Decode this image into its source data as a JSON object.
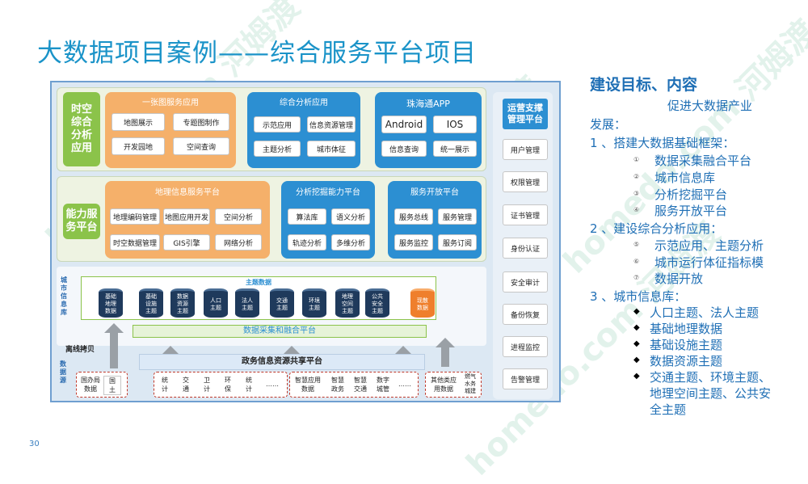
{
  "title": "大数据项目案例——综合服务平台项目",
  "page_number": "30",
  "diagram": {
    "layer1": {
      "label": "时空\n综合\n分析\n应用",
      "map_app": {
        "title": "一张图服务应用",
        "items": [
          "地图展示",
          "专题图制作",
          "开发园地",
          "空间查询"
        ]
      },
      "analysis_app": {
        "title": "综合分析应用",
        "items": [
          "示范应用",
          "信息资源管理",
          "主题分析",
          "城市体征"
        ]
      },
      "zhuhai_app": {
        "title": "珠海通APP",
        "items": [
          "Android",
          "IOS",
          "信息查询",
          "统一展示"
        ]
      }
    },
    "layer2": {
      "label": "能力服\n务平台",
      "geo_service": {
        "title": "地理信息服务平台",
        "items": [
          "地理编码管理",
          "地图应用开发",
          "空间分析",
          "时空数据管理",
          "GIS引擎",
          "网络分析"
        ]
      },
      "mining": {
        "title": "分析挖掘能力平台",
        "items": [
          "算法库",
          "语义分析",
          "轨迹分析",
          "多维分析"
        ]
      },
      "open_service": {
        "title": "服务开放平台",
        "items": [
          "服务总线",
          "服务管理",
          "服务监控",
          "服务订阅"
        ]
      }
    },
    "layer3": {
      "label": "城\n市\n信\n息\n库",
      "theme_title": "主题数据",
      "themes": [
        "基础\n地理\n数据",
        "基础\n设施\n主题",
        "数据\n资源\n主题",
        "人口\n主题",
        "法人\n主题",
        "交通\n主题",
        "环境\n主题",
        "地理\n空间\n主题",
        "公共\n安全\n主题"
      ],
      "scatter_data": "现散\n数据",
      "fusion_platform": "数据采集和融合平台"
    },
    "layer4": {
      "offline_copy": "离线拷贝",
      "source_label": "数\n据\n源",
      "share_platform": "政务信息资源共享平台",
      "group1": {
        "head": "国办局\n数据",
        "item": "国\n土"
      },
      "group2": {
        "items": [
          "统\n计",
          "交\n通",
          "卫\n计",
          "环\n保",
          "统\n计",
          "……"
        ]
      },
      "group3": {
        "items": [
          "智慧应用\n数据",
          "智慧\n政务",
          "智慧\n交通",
          "数字\n城管",
          "……"
        ]
      },
      "group4": {
        "items": [
          "其他类应\n用数据",
          "燃气\n水务\n城建"
        ]
      }
    },
    "ops": {
      "title": "运营支撑\n管理平台",
      "items": [
        "用户管理",
        "权限管理",
        "证书管理",
        "身份认证",
        "安全审计",
        "备份恢复",
        "进程监控",
        "告警管理"
      ]
    }
  },
  "right_text": {
    "heading": "建设目标、内容",
    "line1": "促进大数据产业",
    "line2": "发展：",
    "point1": "1 、搭建大数据基础框架：",
    "sub1": [
      {
        "num": "①",
        "text": "数据采集融合平台"
      },
      {
        "num": "②",
        "text": "城市信息库"
      },
      {
        "num": "③",
        "text": "分析挖掘平台"
      },
      {
        "num": "④",
        "text": "服务开放平台"
      }
    ],
    "point2": "2 、建设综合分析应用：",
    "sub2": [
      {
        "num": "⑤",
        "text": "示范应用、主题分析"
      },
      {
        "num": "⑥",
        "text": "城市运行体征指标模"
      },
      {
        "num": "⑦",
        "text": "数据开放"
      }
    ],
    "point3": "3 、城市信息库：",
    "bullets": [
      "人口主题、法人主题",
      "基础地理数据",
      "基础设施主题",
      "数据资源主题",
      "交通主题、环境主题、",
      "地理空间主题、公共安",
      "全主题"
    ]
  },
  "watermark": "homedo.com 河姆渡"
}
